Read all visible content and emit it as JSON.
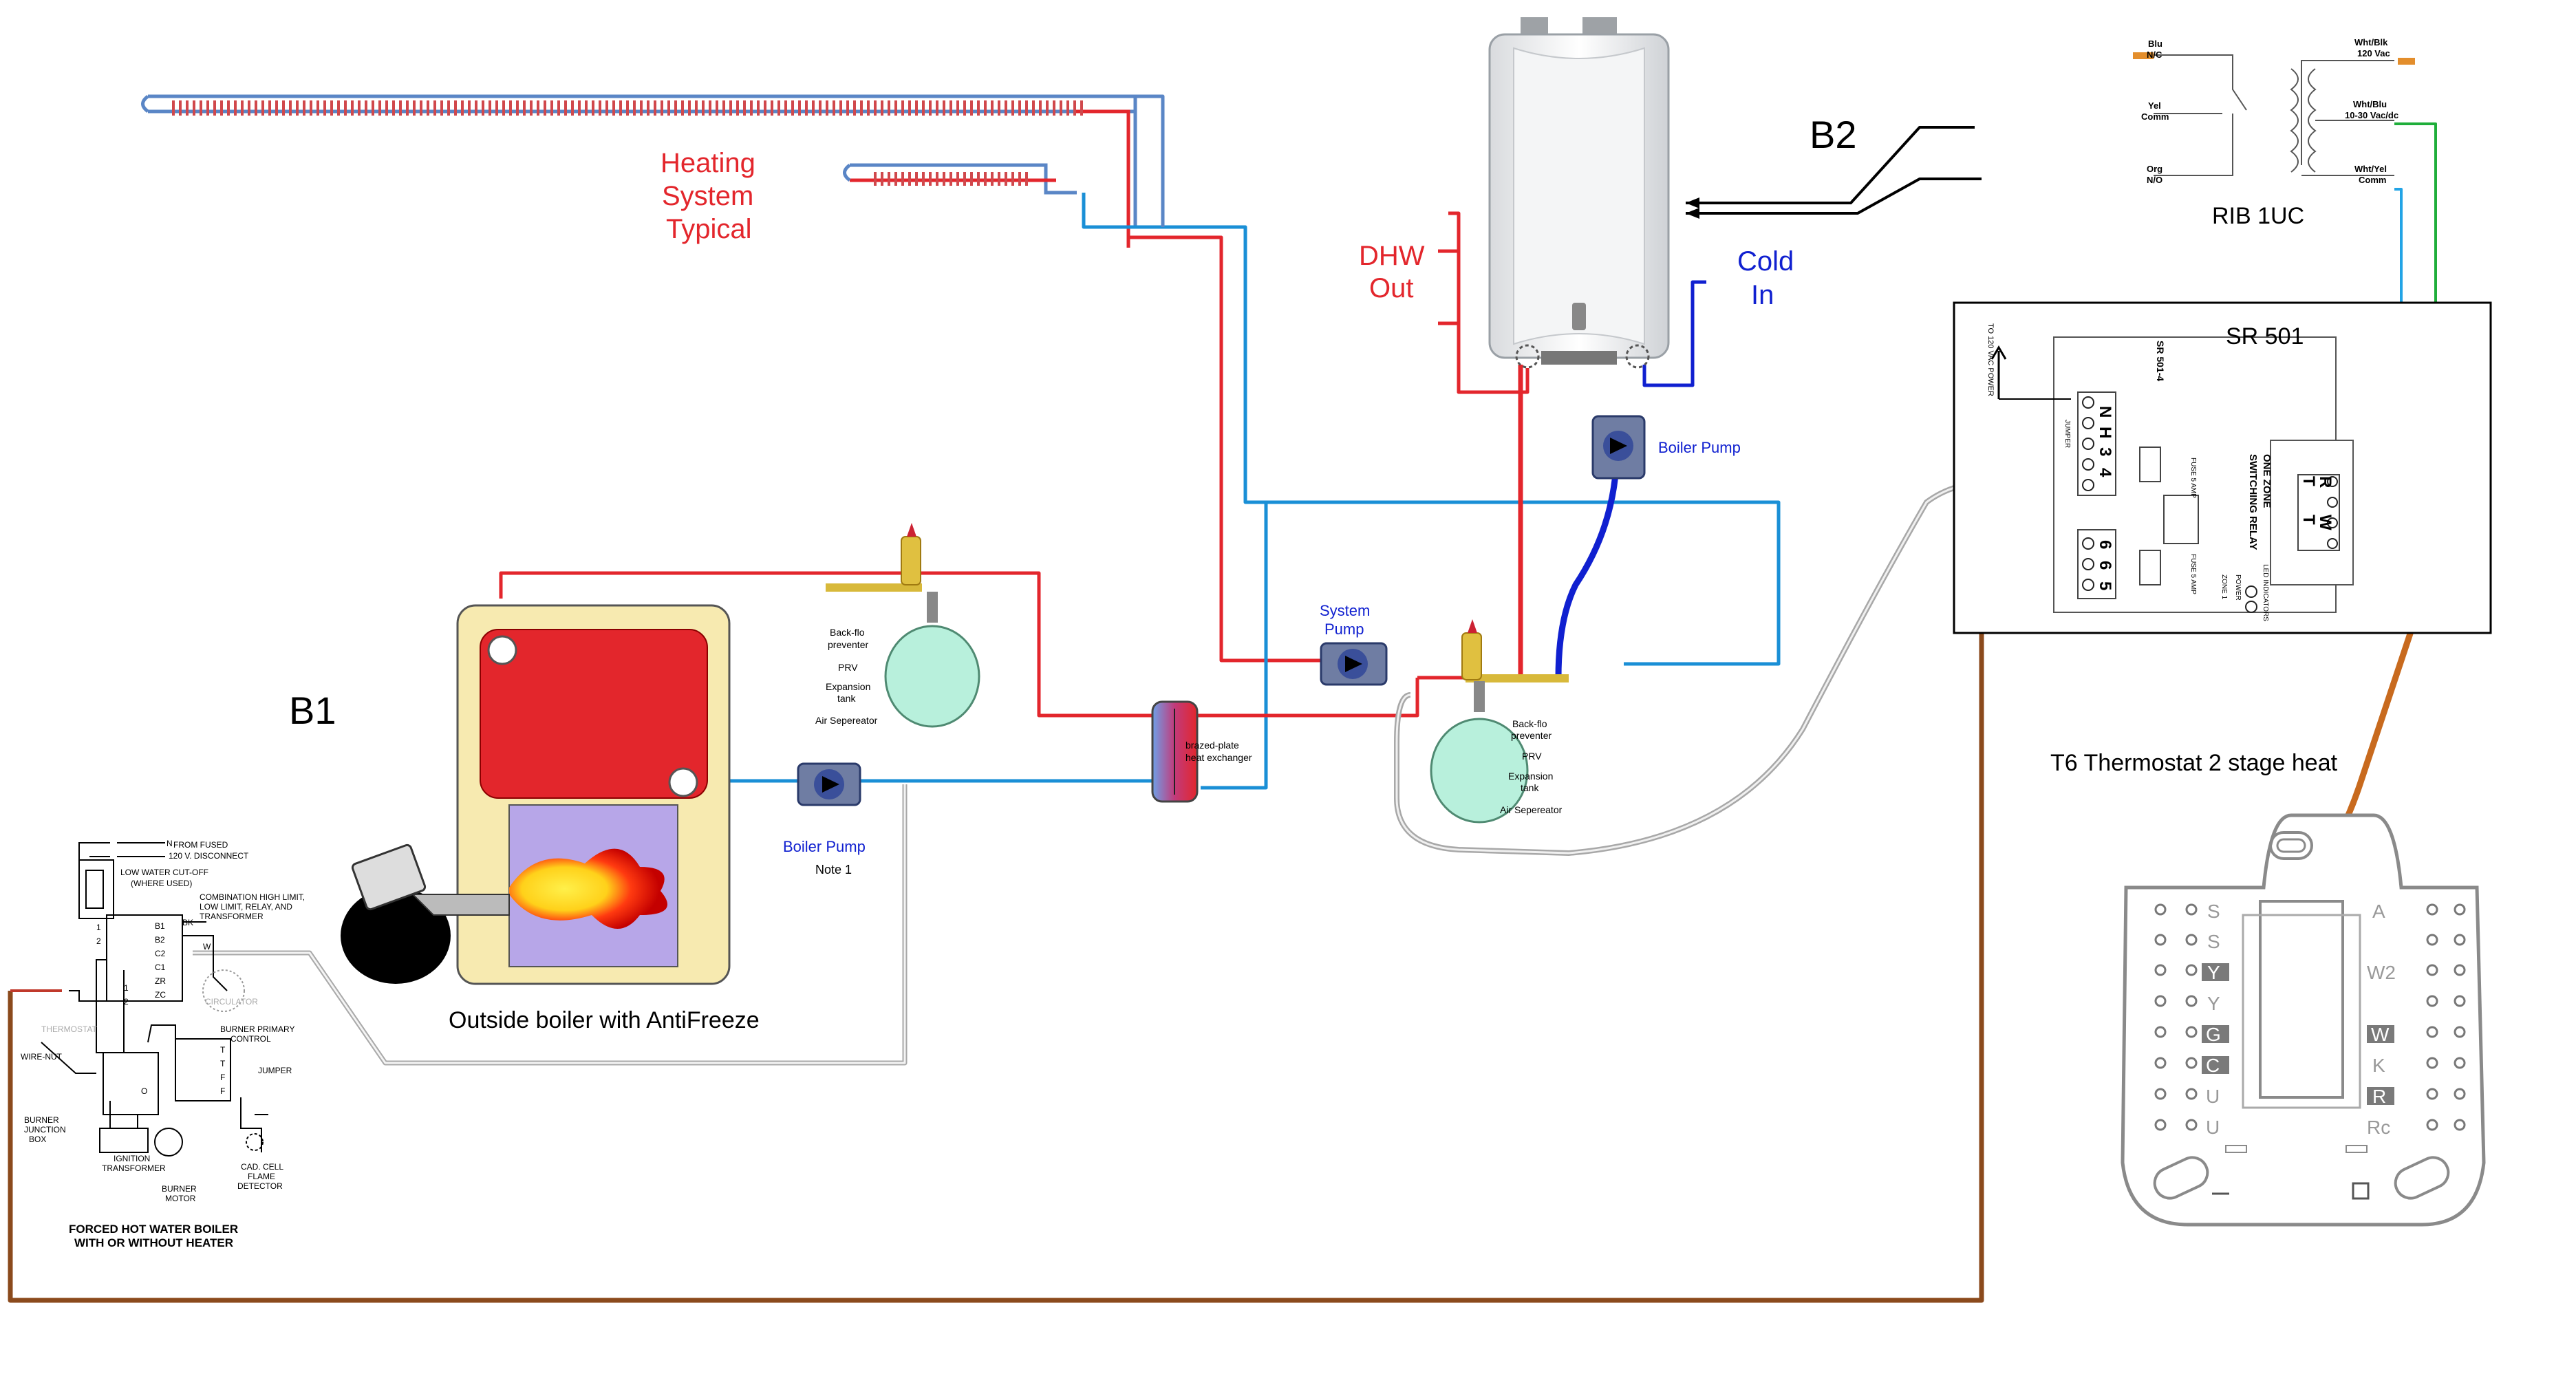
{
  "labels": {
    "b1": "B1",
    "b2": "B2",
    "heating_1": "Heating",
    "heating_2": "System",
    "heating_3": "Typical",
    "dhw_1": "DHW",
    "dhw_2": "Out",
    "cold_1": "Cold",
    "cold_2": "In",
    "boiler_pump_left": "Boiler Pump",
    "note_1": "Note 1",
    "boiler_pump_right": "Boiler Pump",
    "system_pump_1": "System",
    "system_pump_2": "Pump",
    "heat_exchanger_1": "brazed-plate",
    "heat_exchanger_2": "heat exchanger",
    "outside_boiler": "Outside boiler with AntiFreeze",
    "rib": "RIB 1UC",
    "sr501": "SR 501",
    "t6": "T6 Thermostat 2 stage heat"
  },
  "valve_group_left": [
    "Back-flo",
    "preventer",
    "PRV",
    "Expansion",
    "tank",
    "Air Sepereator"
  ],
  "valve_group_right": [
    "Back-flo",
    "preventer",
    "PRV",
    "Expansion",
    "tank",
    "Air Sepereator"
  ],
  "rib_terminals": {
    "blu": [
      "Blu",
      "N/C"
    ],
    "yel": [
      "Yel",
      "Comm"
    ],
    "org": [
      "Org",
      "N/O"
    ],
    "wht_blk": [
      "Wht/Blk",
      "120 Vac"
    ],
    "wht_blu": [
      "Wht/Blu",
      "10-30 Vac/dc"
    ],
    "wht_yel": [
      "Wht/Yel",
      "Comm"
    ]
  },
  "sr501_panel": {
    "model": "SR 501-4",
    "title_1": "ONE ZONE",
    "title_2": "SWITCHING RELAY",
    "power_to": "TO 120 VAC POWER",
    "jumper": "JUMPER",
    "fuse_1": "FUSE 5 AMP",
    "fuse_2": "FUSE 5 AMP",
    "left_terminals": [
      "N",
      "H",
      "3",
      "4"
    ],
    "mid_terminals": [
      "6",
      "6",
      "5"
    ],
    "right_terminals": [
      "R",
      "T",
      "W",
      "T"
    ],
    "power": "POWER",
    "zone": "ZONE 1",
    "led": "LED INDICATORS"
  },
  "thermostat": {
    "left_terminals": [
      "S",
      "S",
      "Y",
      "Y",
      "G",
      "C",
      "U",
      "U"
    ],
    "right_terminals": [
      "A",
      "W2",
      "W",
      "K",
      "R",
      "Rc"
    ]
  },
  "wiring_schematic": {
    "title_1": "FORCED HOT WATER BOILER",
    "title_2": "WITH OR WITHOUT HEATER",
    "from_fused_1": "FROM FUSED",
    "from_fused_2": "120 V. DISCONNECT",
    "lwco_1": "LOW WATER CUT-OFF",
    "lwco_2": "(WHERE USED)",
    "combo_1": "COMBINATION HIGH LIMIT,",
    "combo_2": "LOW LIMIT, RELAY, AND",
    "combo_3": "TRANSFORMER",
    "circulator": "CIRCULATOR",
    "thermostat": "THERMOSTAT",
    "wire_nut": "WIRE-NUT",
    "burner_primary_1": "BURNER PRIMARY",
    "burner_primary_2": "CONTROL",
    "jumper": "JUMPER",
    "burner_jbox_1": "BURNER",
    "burner_jbox_2": "JUNCTION",
    "burner_jbox_3": "BOX",
    "ignition_1": "IGNITION",
    "ignition_2": "TRANSFORMER",
    "burner_motor_1": "BURNER",
    "burner_motor_2": "MOTOR",
    "cad_cell_1": "CAD. CELL",
    "cad_cell_2": "FLAME",
    "cad_cell_3": "DETECTOR",
    "terminals_a": [
      "N",
      "1",
      "2",
      "1",
      "2"
    ],
    "terminals_b": [
      "B1",
      "B2",
      "C2",
      "C1",
      "ZR",
      "ZC"
    ],
    "terminals_c": [
      "T",
      "T",
      "F",
      "F"
    ],
    "bk": "BK",
    "w": "W",
    "o": "O"
  },
  "colors": {
    "supply_red": "#e3262c",
    "return_blue": "#1a8fd6",
    "cold_blue": "#1020d0",
    "brown_wire": "#8b4a1c",
    "orange_wire": "#c86a1e",
    "green_wire": "#1fae3a",
    "tank_fill": "#b8f0dc",
    "boiler_cabinet": "#f7eab0",
    "combustion": "#b7a6e8"
  }
}
